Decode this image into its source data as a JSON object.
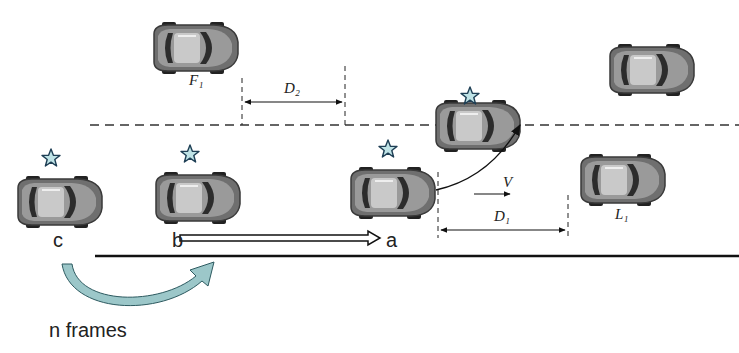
{
  "diagram": {
    "labels": [
      "F₁",
      "D₂",
      "V",
      "D₁",
      "L₁",
      "c",
      "b",
      "a",
      "n frames"
    ]
  }
}
